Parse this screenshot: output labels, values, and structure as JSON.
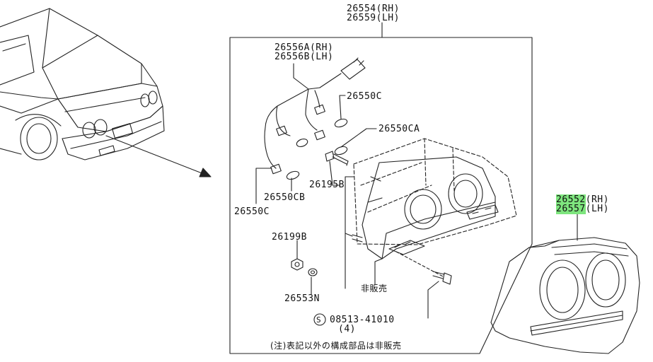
{
  "labels": {
    "assembly_rh": "26554(RH)",
    "assembly_lh": "26559(LH)",
    "harness_rh": "26556A(RH)",
    "harness_lh": "26556B(LH)",
    "bulb_c_top": "26550C",
    "bulb_ca": "26550CA",
    "screw": "26195B",
    "bulb_cb": "26550CB",
    "bulb_c_left": "26550C",
    "nut": "26199B",
    "washer": "26553N",
    "bolt_code": "08513-41010",
    "bolt_qty": "(4)",
    "not_sold": "非販売",
    "lens_rh_digits": "26552",
    "lens_rh_suffix": "(RH)",
    "lens_lh_digits": "26557",
    "lens_lh_suffix": "(LH)",
    "s_mark": "S",
    "note": "(注)表記以外の構成部品は非販売"
  },
  "colors": {
    "line": "#222222",
    "highlight": "#7ee57e",
    "background": "#ffffff"
  }
}
